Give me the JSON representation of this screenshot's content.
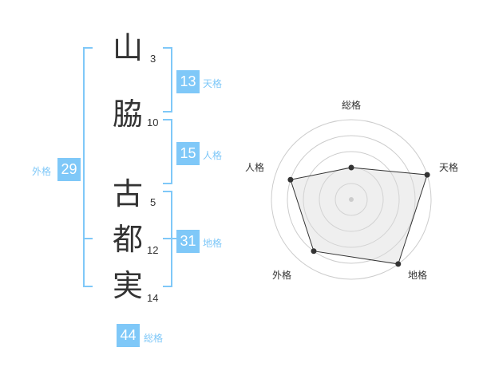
{
  "name": [
    {
      "char": "山",
      "strokes": "3"
    },
    {
      "char": "脇",
      "strokes": "10"
    },
    {
      "char": "古",
      "strokes": "5"
    },
    {
      "char": "都",
      "strokes": "12"
    },
    {
      "char": "実",
      "strokes": "14"
    }
  ],
  "results": {
    "tenkaku": {
      "value": "13",
      "label": "天格"
    },
    "jinkaku": {
      "value": "15",
      "label": "人格"
    },
    "chikaku": {
      "value": "31",
      "label": "地格"
    },
    "gaikaku": {
      "value": "29",
      "label": "外格"
    },
    "soukaku": {
      "value": "44",
      "label": "総格"
    }
  },
  "colors": {
    "accent": "#7fc8f8",
    "text": "#333333"
  },
  "chart_data": {
    "type": "radar",
    "axes": [
      "総格",
      "天格",
      "地格",
      "外格",
      "人格"
    ],
    "values": [
      2,
      5,
      5,
      4,
      4
    ],
    "range": [
      0,
      5
    ],
    "rings": 5
  }
}
